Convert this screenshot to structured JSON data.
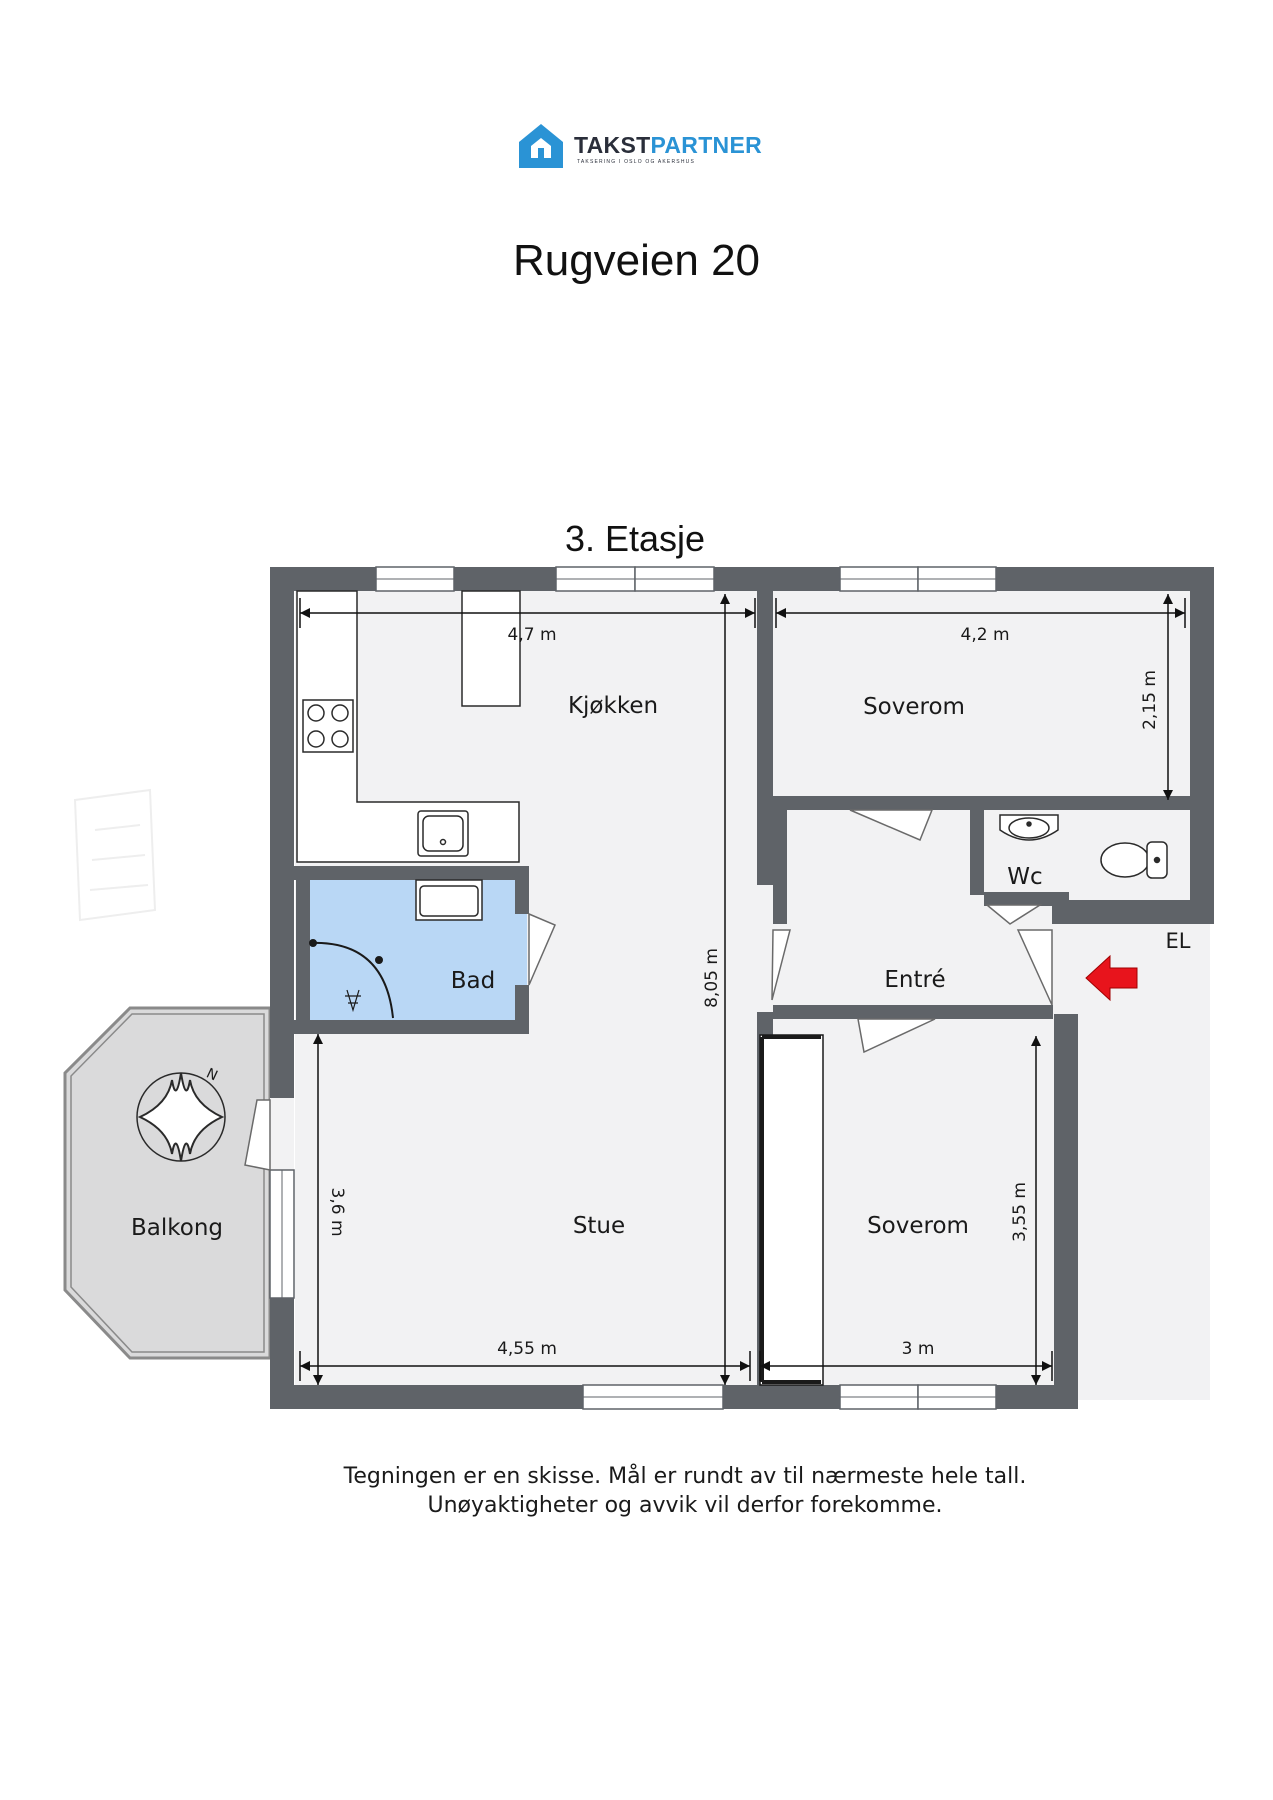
{
  "logo": {
    "brand_part1": "TAKST",
    "brand_part2": "PARTNER",
    "tagline": "TAKSERING I OSLO OG AKERSHUS",
    "icon": "house-icon",
    "colors": {
      "brand_blue": "#2a93d5",
      "brand_dark": "#2a2e3a"
    }
  },
  "title": "Rugveien 20",
  "floor_label": "3. Etasje",
  "rooms": {
    "kitchen": "Kjøkken",
    "bedroom_top": "Soverom",
    "wc": "Wc",
    "bathroom": "Bad",
    "entry": "Entré",
    "balcony": "Balkong",
    "living": "Stue",
    "bedroom_bottom": "Soverom"
  },
  "dimensions": {
    "kitchen_width": "4,7 m",
    "bedroom_top_width": "4,2 m",
    "bedroom_top_depth": "2,15 m",
    "living_depth_total": "8,05 m",
    "living_depth": "3,6 m",
    "living_width": "4,55 m",
    "bedroom_bottom_depth": "3,55 m",
    "bedroom_bottom_width": "3 m"
  },
  "labels": {
    "electrical": "EL",
    "compass_north": "N"
  },
  "icons": {
    "entrance": "entrance-arrow-icon",
    "compass": "compass-icon",
    "stove": "stove-icon",
    "sink": "sink-icon",
    "toilet": "toilet-icon",
    "shower": "shower-icon"
  },
  "colors": {
    "wall": "#5f6368",
    "floor": "#f2f2f3",
    "bathroom_floor": "#b9d7f5",
    "balcony_floor": "#dadadb",
    "entrance_arrow": "#e8141c"
  },
  "disclaimer": {
    "line1": "Tegningen er en skisse. Mål er rundt av til nærmeste hele tall.",
    "line2": "Unøyaktigheter og avvik vil derfor forekomme."
  }
}
